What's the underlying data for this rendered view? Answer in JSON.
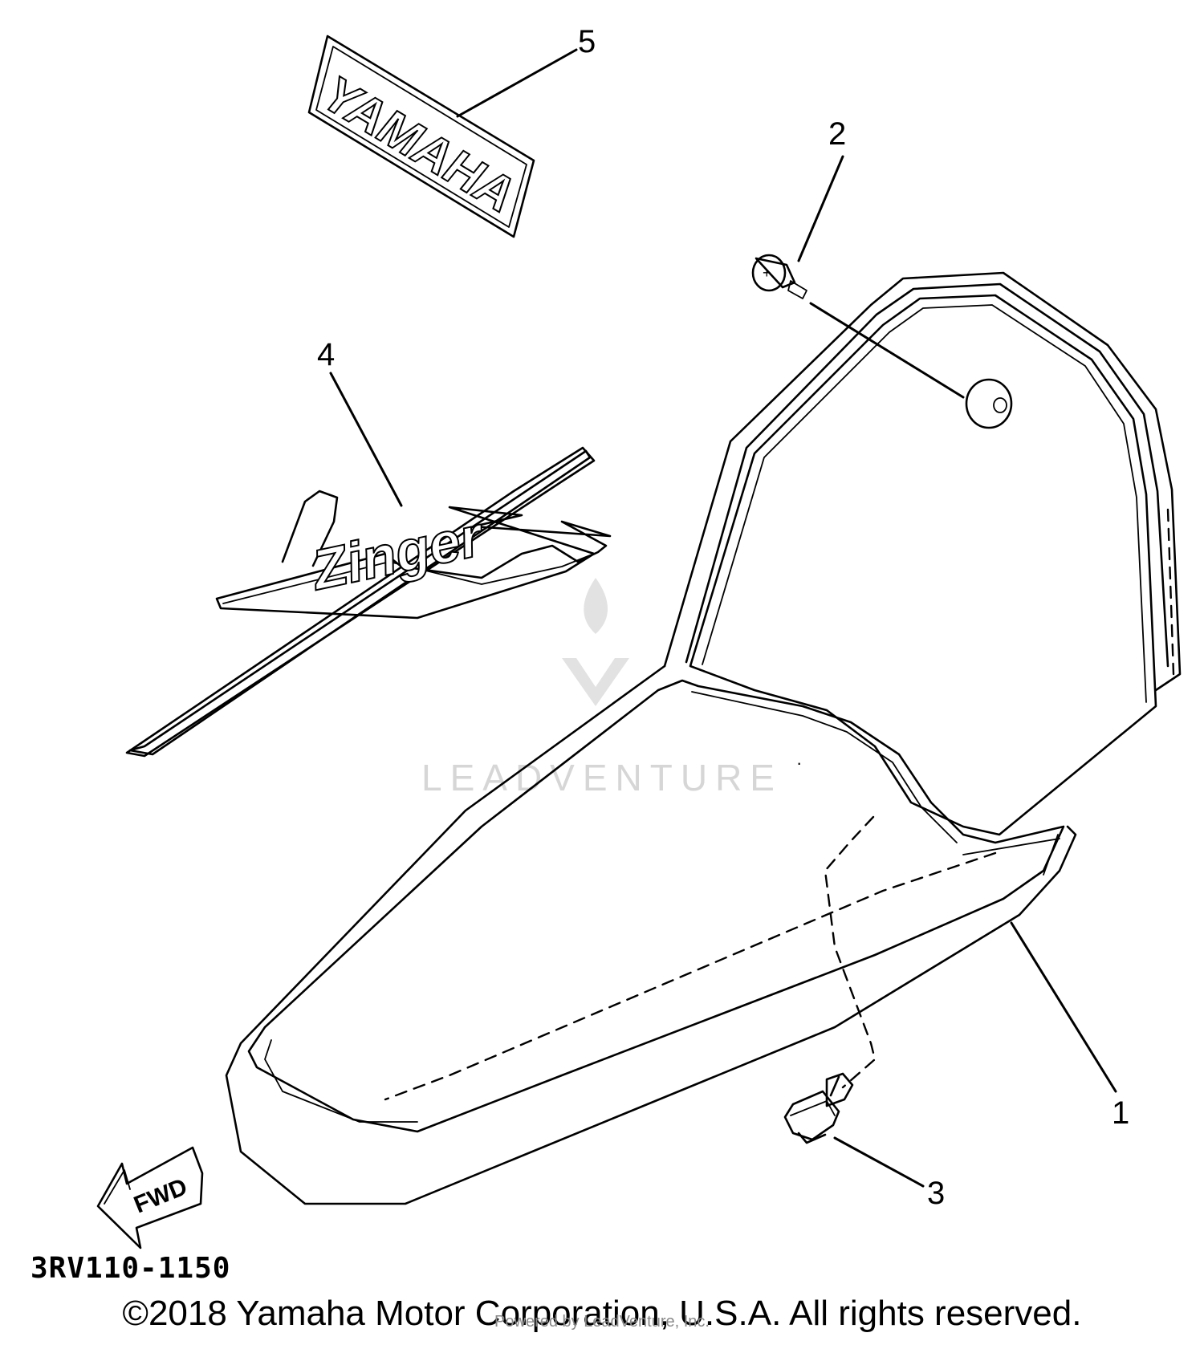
{
  "parts": [
    {
      "number": "1",
      "name": "seat"
    },
    {
      "number": "2",
      "name": "bolt"
    },
    {
      "number": "3",
      "name": "bolt"
    },
    {
      "number": "4",
      "name": "emblem"
    },
    {
      "number": "5",
      "name": "emblem"
    }
  ],
  "decals": {
    "yamaha": "YAMAHA",
    "fwd": "FWD",
    "emblem_script": "Zinger"
  },
  "watermark": "LEADVENTURE",
  "part_code": "3RV110-1150",
  "copyright": "©2018 Yamaha Motor Corporation, U.S.A. All rights reserved.",
  "credit": "Powered by LeadVenture, Inc."
}
